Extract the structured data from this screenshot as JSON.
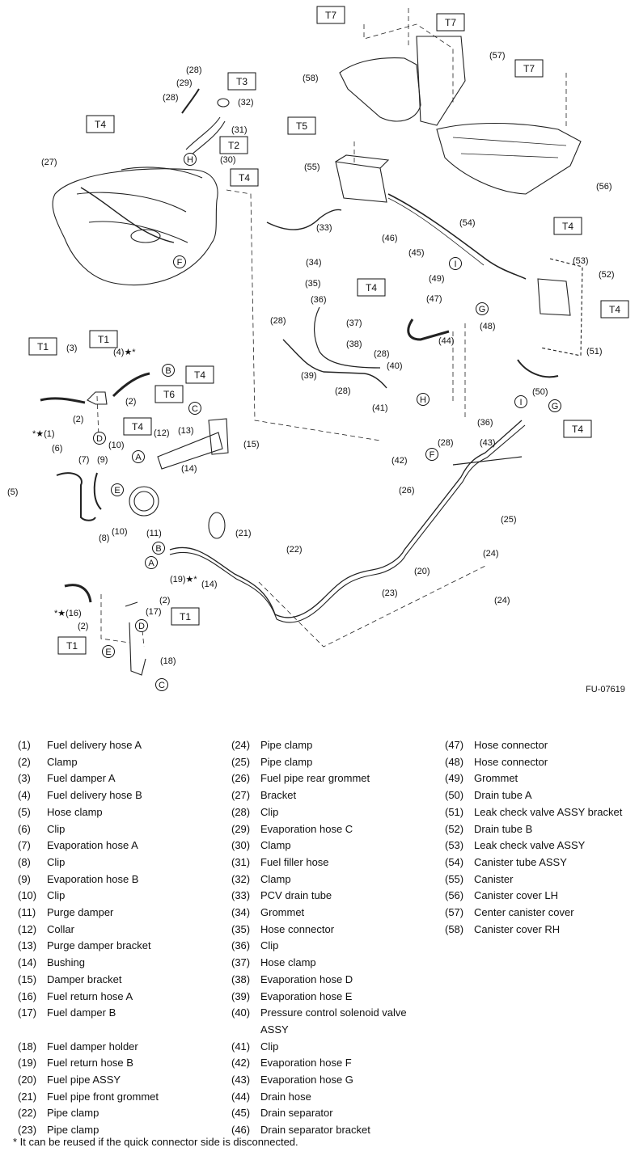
{
  "figure_id": "FU-07619",
  "footnote": "* It can be reused if the quick connector side is disconnected.",
  "torque_tags": [
    {
      "label": "T7"
    },
    {
      "label": "T7"
    },
    {
      "label": "T7"
    },
    {
      "label": "T3"
    },
    {
      "label": "T4"
    },
    {
      "label": "T2"
    },
    {
      "label": "T4"
    },
    {
      "label": "T5"
    },
    {
      "label": "T4"
    },
    {
      "label": "T4"
    },
    {
      "label": "T4"
    },
    {
      "label": "T1"
    },
    {
      "label": "T1"
    },
    {
      "label": "T4"
    },
    {
      "label": "T6"
    },
    {
      "label": "T4"
    },
    {
      "label": "T4"
    },
    {
      "label": "T1"
    },
    {
      "label": "T1"
    }
  ],
  "circle_letters": [
    {
      "label": "H"
    },
    {
      "label": "F"
    },
    {
      "label": "I"
    },
    {
      "label": "G"
    },
    {
      "label": "H"
    },
    {
      "label": "B"
    },
    {
      "label": "D"
    },
    {
      "label": "C"
    },
    {
      "label": "A"
    },
    {
      "label": "E"
    },
    {
      "label": "I"
    },
    {
      "label": "G"
    },
    {
      "label": "F"
    },
    {
      "label": "B"
    },
    {
      "label": "A"
    },
    {
      "label": "D"
    },
    {
      "label": "E"
    },
    {
      "label": "C"
    }
  ],
  "callouts": [
    {
      "label": "(28)"
    },
    {
      "label": "(29)"
    },
    {
      "label": "(28)"
    },
    {
      "label": "(32)"
    },
    {
      "label": "(31)"
    },
    {
      "label": "(30)"
    },
    {
      "label": "(27)"
    },
    {
      "label": "(58)"
    },
    {
      "label": "(57)"
    },
    {
      "label": "(56)"
    },
    {
      "label": "(55)"
    },
    {
      "label": "(33)"
    },
    {
      "label": "(46)"
    },
    {
      "label": "(45)"
    },
    {
      "label": "(54)"
    },
    {
      "label": "(34)"
    },
    {
      "label": "(35)"
    },
    {
      "label": "(36)"
    },
    {
      "label": "(37)"
    },
    {
      "label": "(28)"
    },
    {
      "label": "(38)"
    },
    {
      "label": "(28)"
    },
    {
      "label": "(40)"
    },
    {
      "label": "(39)"
    },
    {
      "label": "(28)"
    },
    {
      "label": "(49)"
    },
    {
      "label": "(47)"
    },
    {
      "label": "(48)"
    },
    {
      "label": "(44)"
    },
    {
      "label": "(53)"
    },
    {
      "label": "(52)"
    },
    {
      "label": "(51)"
    },
    {
      "label": "(50)"
    },
    {
      "label": "(41)"
    },
    {
      "label": "(42)"
    },
    {
      "label": "(28)"
    },
    {
      "label": "(36)"
    },
    {
      "label": "(43)"
    },
    {
      "label": "(26)"
    },
    {
      "label": "(3)"
    },
    {
      "label": "(4)★*"
    },
    {
      "label": "(2)"
    },
    {
      "label": "(2)"
    },
    {
      "label": "*★(1)"
    },
    {
      "label": "(12)"
    },
    {
      "label": "(13)"
    },
    {
      "label": "(15)"
    },
    {
      "label": "(14)"
    },
    {
      "label": "(6)"
    },
    {
      "label": "(7)"
    },
    {
      "label": "(9)"
    },
    {
      "label": "(10)"
    },
    {
      "label": "(5)"
    },
    {
      "label": "(8)"
    },
    {
      "label": "(10)"
    },
    {
      "label": "(11)"
    },
    {
      "label": "(21)"
    },
    {
      "label": "(22)"
    },
    {
      "label": "(19)★*"
    },
    {
      "label": "(14)"
    },
    {
      "label": "(20)"
    },
    {
      "label": "(23)"
    },
    {
      "label": "(25)"
    },
    {
      "label": "(24)"
    },
    {
      "label": "(24)"
    },
    {
      "label": "*★(16)"
    },
    {
      "label": "(2)"
    },
    {
      "label": "(17)"
    },
    {
      "label": "(2)"
    },
    {
      "label": "(18)"
    }
  ],
  "legend": {
    "col1": [
      {
        "num": "(1)",
        "name": "Fuel delivery hose A"
      },
      {
        "num": "(2)",
        "name": "Clamp"
      },
      {
        "num": "(3)",
        "name": "Fuel damper A"
      },
      {
        "num": "(4)",
        "name": "Fuel delivery hose B"
      },
      {
        "num": "(5)",
        "name": "Hose clamp"
      },
      {
        "num": "(6)",
        "name": "Clip"
      },
      {
        "num": "(7)",
        "name": "Evaporation hose A"
      },
      {
        "num": "(8)",
        "name": "Clip"
      },
      {
        "num": "(9)",
        "name": "Evaporation hose B"
      },
      {
        "num": "(10)",
        "name": "Clip"
      },
      {
        "num": "(11)",
        "name": "Purge damper"
      },
      {
        "num": "(12)",
        "name": "Collar"
      },
      {
        "num": "(13)",
        "name": "Purge damper bracket"
      },
      {
        "num": "(14)",
        "name": "Bushing"
      },
      {
        "num": "(15)",
        "name": "Damper bracket"
      },
      {
        "num": "(16)",
        "name": "Fuel return hose A"
      },
      {
        "num": "(17)",
        "name": "Fuel damper B"
      },
      {
        "num": "",
        "name": ""
      },
      {
        "num": "(18)",
        "name": "Fuel damper holder"
      },
      {
        "num": "(19)",
        "name": "Fuel return hose B"
      },
      {
        "num": "(20)",
        "name": "Fuel pipe ASSY"
      },
      {
        "num": "(21)",
        "name": "Fuel pipe front grommet"
      },
      {
        "num": "(22)",
        "name": "Pipe clamp"
      },
      {
        "num": "(23)",
        "name": "Pipe clamp"
      }
    ],
    "col2": [
      {
        "num": "(24)",
        "name": "Pipe clamp"
      },
      {
        "num": "(25)",
        "name": "Pipe clamp"
      },
      {
        "num": "(26)",
        "name": "Fuel pipe rear grommet"
      },
      {
        "num": "(27)",
        "name": "Bracket"
      },
      {
        "num": "(28)",
        "name": "Clip"
      },
      {
        "num": "(29)",
        "name": "Evaporation hose C"
      },
      {
        "num": "(30)",
        "name": "Clamp"
      },
      {
        "num": "(31)",
        "name": "Fuel filler hose"
      },
      {
        "num": "(32)",
        "name": "Clamp"
      },
      {
        "num": "(33)",
        "name": "PCV drain tube"
      },
      {
        "num": "(34)",
        "name": "Grommet"
      },
      {
        "num": "(35)",
        "name": "Hose connector"
      },
      {
        "num": "(36)",
        "name": "Clip"
      },
      {
        "num": "(37)",
        "name": "Hose clamp"
      },
      {
        "num": "(38)",
        "name": "Evaporation hose D"
      },
      {
        "num": "(39)",
        "name": "Evaporation hose E"
      },
      {
        "num": "(40)",
        "name": "Pressure control solenoid valve ASSY"
      },
      {
        "num": "(41)",
        "name": "Clip"
      },
      {
        "num": "(42)",
        "name": "Evaporation hose F"
      },
      {
        "num": "(43)",
        "name": "Evaporation hose G"
      },
      {
        "num": "(44)",
        "name": "Drain hose"
      },
      {
        "num": "(45)",
        "name": "Drain separator"
      },
      {
        "num": "(46)",
        "name": "Drain separator bracket"
      }
    ],
    "col3": [
      {
        "num": "(47)",
        "name": "Hose connector"
      },
      {
        "num": "(48)",
        "name": "Hose connector"
      },
      {
        "num": "(49)",
        "name": "Grommet"
      },
      {
        "num": "(50)",
        "name": "Drain tube A"
      },
      {
        "num": "(51)",
        "name": "Leak check valve ASSY bracket"
      },
      {
        "num": "(52)",
        "name": "Drain tube B"
      },
      {
        "num": "(53)",
        "name": "Leak check valve ASSY"
      },
      {
        "num": "(54)",
        "name": "Canister tube ASSY"
      },
      {
        "num": "(55)",
        "name": "Canister"
      },
      {
        "num": "(56)",
        "name": "Canister cover LH"
      },
      {
        "num": "(57)",
        "name": "Center canister cover"
      },
      {
        "num": "(58)",
        "name": "Canister cover RH"
      }
    ]
  }
}
